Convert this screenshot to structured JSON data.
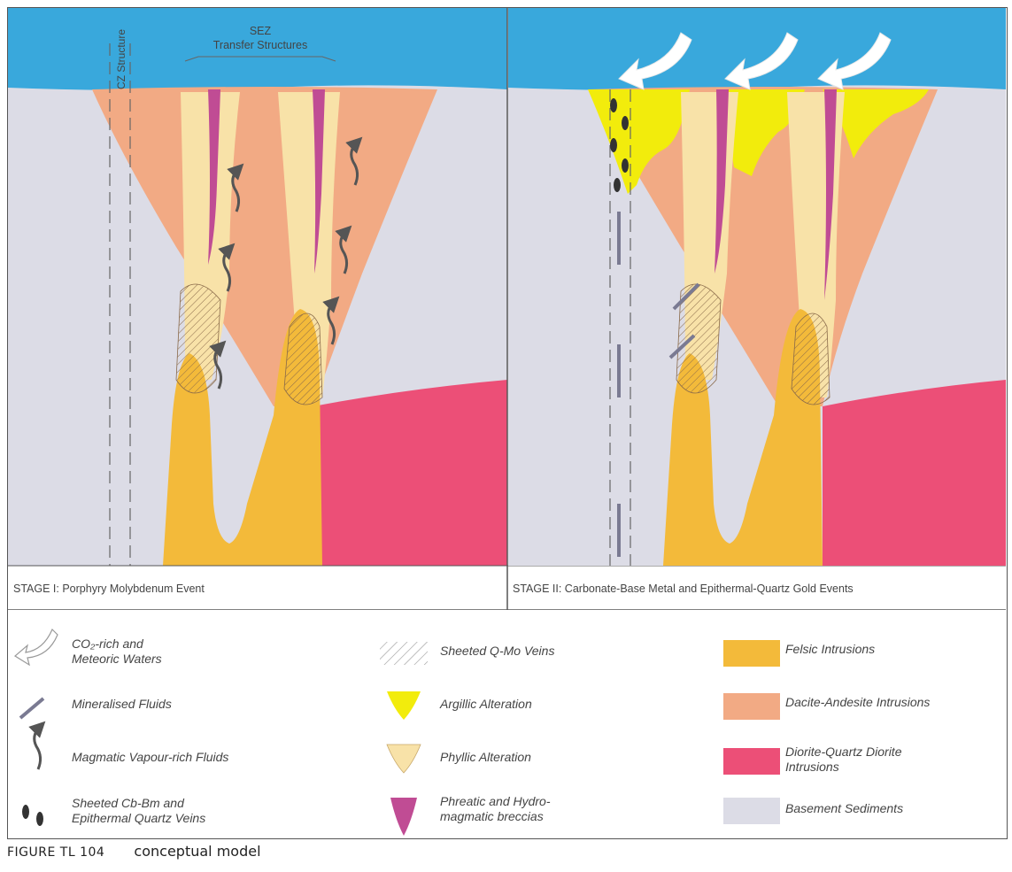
{
  "diagram": {
    "top_labels": {
      "cz_structure": "CZ Structure",
      "sez_line1": "SEZ",
      "sez_line2": "Transfer Structures"
    },
    "panel_captions": {
      "stage1": "STAGE I: Porphyry Molybdenum Event",
      "stage2": "STAGE II: Carbonate-Base Metal and Epithermal-Quartz Gold Events"
    },
    "legend": {
      "co2_line1": "CO₂-rich and",
      "co2_line2": "Meteoric Waters",
      "mineralised": "Mineralised Fluids",
      "magmatic": "Magmatic Vapour-rich Fluids",
      "veins_line1": "Sheeted Cb-Bm and",
      "veins_line2": "Epithermal Quartz Veins",
      "qmo": "Sheeted Q-Mo Veins",
      "argillic": "Argillic Alteration",
      "phyllic": "Phyllic Alteration",
      "breccia_line1": "Phreatic and Hydro-",
      "breccia_line2": "magmatic breccias",
      "felsic": "Felsic Intrusions",
      "dacite": "Dacite-Andesite Intrusions",
      "diorite_line1": "Diorite-Quartz Diorite",
      "diorite_line2": "Intrusions",
      "basement": "Basement Sediments"
    },
    "colors": {
      "water": "#39a8dc",
      "basement": "#dcdce6",
      "dacite": "#f2aa84",
      "felsic": "#f3ba3a",
      "diorite": "#ec4f77",
      "phyllic": "#f8e2a8",
      "argillic": "#f2ec0c",
      "breccia": "#c04c94"
    }
  },
  "figure_caption": {
    "number": "FIGURE TL 104",
    "text": "conceptual model"
  }
}
